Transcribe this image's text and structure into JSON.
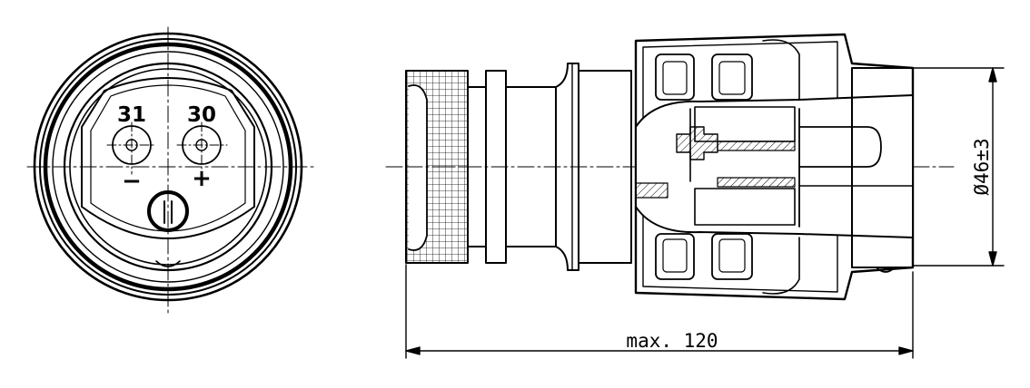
{
  "front_view": {
    "pins": [
      {
        "number": "31",
        "polarity": "−"
      },
      {
        "number": "30",
        "polarity": "+"
      }
    ]
  },
  "side_view": {
    "length_dimension": "max. 120",
    "diameter_dimension": "Ø46±3"
  }
}
